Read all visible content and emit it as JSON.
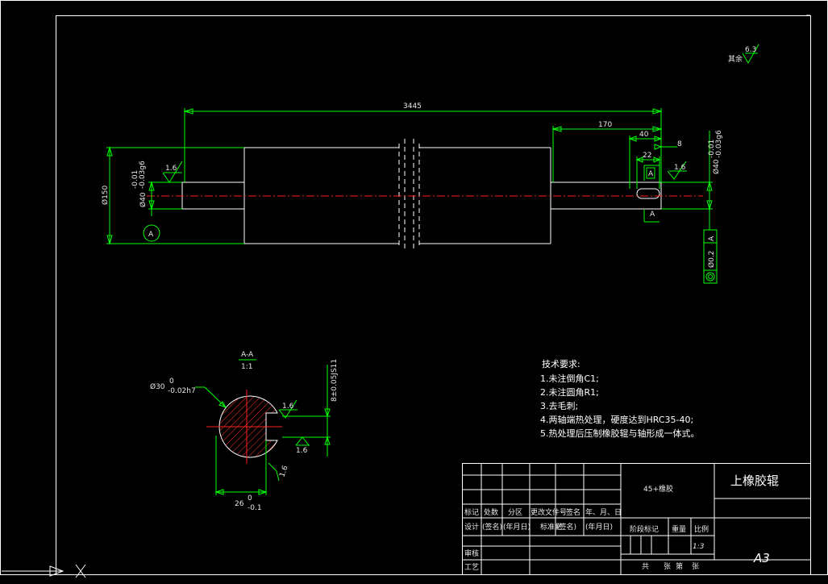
{
  "dimensions": {
    "total_length": "3445",
    "right_segment": "170",
    "key_offset": "40",
    "key_length": "22",
    "key_width": "8",
    "shaft_diameter": "Ø150",
    "left_journal_dia": "Ø40",
    "left_journal_tol_upper": "-0.01",
    "left_journal_tol_lower": "-0.03g6",
    "right_journal_dia": "Ø40",
    "right_journal_tol_upper": "-0.01",
    "right_journal_tol_lower": "-0.03g6",
    "datum_label": "A",
    "section_marker": "A"
  },
  "roughness": {
    "left_journal": "1.6",
    "right_journal": "1.6",
    "general": "6.3",
    "general_prefix": "其余"
  },
  "geometric_tolerance": {
    "symbol": "◎",
    "value": "Ø0.2",
    "datum": "A"
  },
  "section_view": {
    "title": "A-A",
    "scale": "1:1",
    "diameter_label": "Ø30",
    "diameter_tol_upper": "0",
    "diameter_tol_lower": "-0.02h7",
    "keyway_depth": "26",
    "keyway_depth_tol_upper": "0",
    "keyway_depth_tol_lower": "-0.1",
    "keyway_width": "8±0.05JS11",
    "roughness_1": "1.6",
    "roughness_2": "1.6",
    "roughness_3": "1.6"
  },
  "tech_requirements": {
    "heading": "技术要求:",
    "items": [
      "1.未注倒角C1;",
      "2.未注圆角R1;",
      "3.去毛刺;",
      "4.两轴端热处理，硬度达到HRC35-40;",
      "5.热处理后压制橡胶辊与轴形成一体式。"
    ]
  },
  "title_block": {
    "material": "45+橡胶",
    "part_name": "上橡胶辊",
    "sheet_size": "A3",
    "scale_value": "1:3",
    "labels": {
      "mark": "标记",
      "count": "处数",
      "zone": "分区",
      "change_doc": "更改文件号",
      "signature": "签名",
      "date": "年、月、日",
      "design": "设计",
      "design_sign": "(签名)",
      "design_date": "(年月日)",
      "standardize": "标准化",
      "std_sign": "(签名)",
      "std_date": "(年月日)",
      "stage_mark": "阶段标记",
      "weight": "重量",
      "ratio": "比例",
      "review": "审核",
      "process": "工艺",
      "sheet_total": "共",
      "sheet_unit": "张",
      "sheet_no": "第",
      "sheet_no_unit": "张"
    }
  }
}
